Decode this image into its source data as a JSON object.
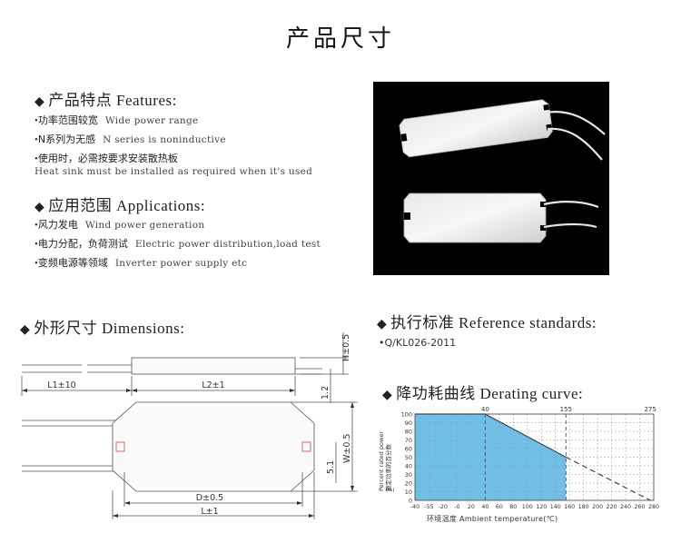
{
  "title": "产品尺寸",
  "features": {
    "heading": "产品特点 Features:",
    "items": [
      {
        "zh": "功率范围较宽",
        "en": "Wide power range"
      },
      {
        "zh": "N系列为无感",
        "en": "N series is noninductive"
      },
      {
        "zh": "使用时，必需按要求安装散热板",
        "en": ""
      }
    ],
    "note": "Heat sink must be installed as required when it's used"
  },
  "applications": {
    "heading": "应用范围 Applications:",
    "items": [
      {
        "zh": "风力发电",
        "en": "Wind power generation"
      },
      {
        "zh": "电力分配，负荷测试",
        "en": "Electric power distribution,load test"
      },
      {
        "zh": "变频电源等领域",
        "en": "Inverter power supply etc"
      }
    ]
  },
  "dimensions": {
    "heading": "外形尺寸 Dimensions:",
    "labels": {
      "L1": "L1±10",
      "L2": "L2±1",
      "H": "H±0.5",
      "t": "1.2",
      "W": "W±0.5",
      "hole": "5.1",
      "D": "D±0.5",
      "L": "L±1"
    }
  },
  "standards": {
    "heading": "执行标准 Reference standards:",
    "value": "Q/KL026-2011"
  },
  "derating": {
    "heading": "降功耗曲线 Derating curve:",
    "ylabel_zh": "额定功率的百分数",
    "ylabel_en": "Percent rated power",
    "ylabel_unit": "(%)",
    "xlabel": "环境温度 Ambient temperature(℃)",
    "top_markers": [
      "40",
      "155",
      "275"
    ],
    "fill_color": "#6fbfe8"
  },
  "chart_data": {
    "type": "area",
    "x_ticks": [
      -40,
      -55,
      -20,
      0,
      20,
      40,
      60,
      80,
      100,
      120,
      140,
      160,
      180,
      200,
      220,
      240,
      260,
      280
    ],
    "x_tick_labels": [
      "-40",
      "-55",
      "-20",
      "-0",
      "20",
      "40",
      "60",
      "80",
      "100",
      "120",
      "140",
      "160",
      "180",
      "200",
      "220",
      "240",
      "260",
      "280"
    ],
    "y_ticks": [
      0,
      10,
      20,
      30,
      40,
      50,
      60,
      70,
      80,
      90,
      100
    ],
    "xlim": [
      -40,
      280
    ],
    "ylim": [
      0,
      100
    ],
    "series": [
      {
        "name": "",
        "x": [
          -40,
          40,
          155
        ],
        "y": [
          100,
          100,
          50
        ],
        "style": "solid"
      },
      {
        "name": "",
        "x": [
          155,
          275
        ],
        "y": [
          50,
          0
        ],
        "style": "dashed"
      }
    ],
    "grid": true
  }
}
